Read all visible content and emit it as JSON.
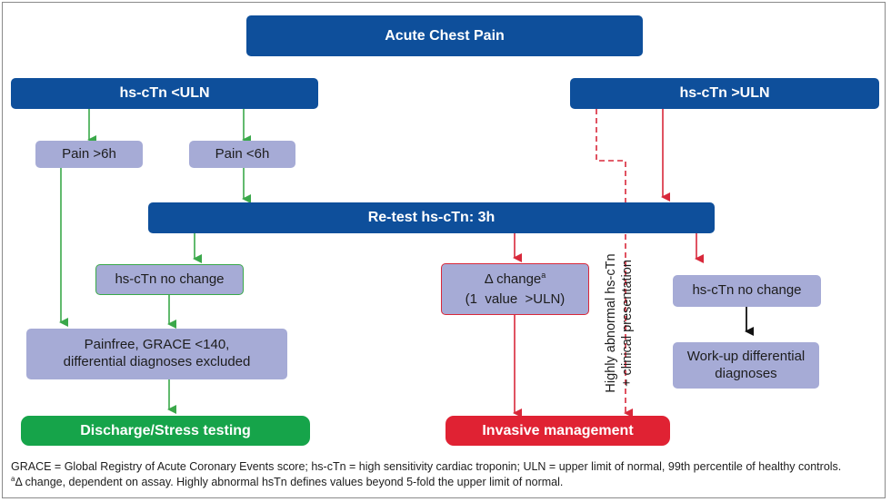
{
  "nodes": {
    "start": "Acute Chest Pain",
    "low": "hs-cTn <ULN",
    "high": "hs-cTn >ULN",
    "pain_gt6": "Pain >6h",
    "pain_lt6": "Pain <6h",
    "retest": "Re-test hs-cTn: 3h",
    "no_change_left": "hs-cTn no change",
    "delta_change": "Δ change",
    "delta_sup": "a",
    "delta_detail": "(1  value  >ULN)",
    "no_change_right": "hs-cTn no change",
    "painfree_line1": "Painfree, GRACE <140,",
    "painfree_line2": "differential diagnoses excluded",
    "workup_line1": "Work-up differential",
    "workup_line2": "diagnoses",
    "discharge": "Discharge/Stress testing",
    "invasive": "Invasive management"
  },
  "side_label": {
    "line1": "Highly abnormal hs-cTn",
    "line2": "+ clinical presentation"
  },
  "footnotes": {
    "line1": "GRACE = Global Registry of Acute Coronary Events score; hs-cTn = high sensitivity cardiac troponin; ULN = upper limit of normal, 99th percentile of healthy controls.",
    "line2_sup": "a",
    "line2": "Δ change, dependent on assay. Highly abnormal hsTn defines values beyond 5-fold the upper limit of normal."
  },
  "colors": {
    "dark_blue": "#0e4f9b",
    "light_purple": "#a6abd6",
    "green": "#3aa84a",
    "red": "#d8283a"
  }
}
